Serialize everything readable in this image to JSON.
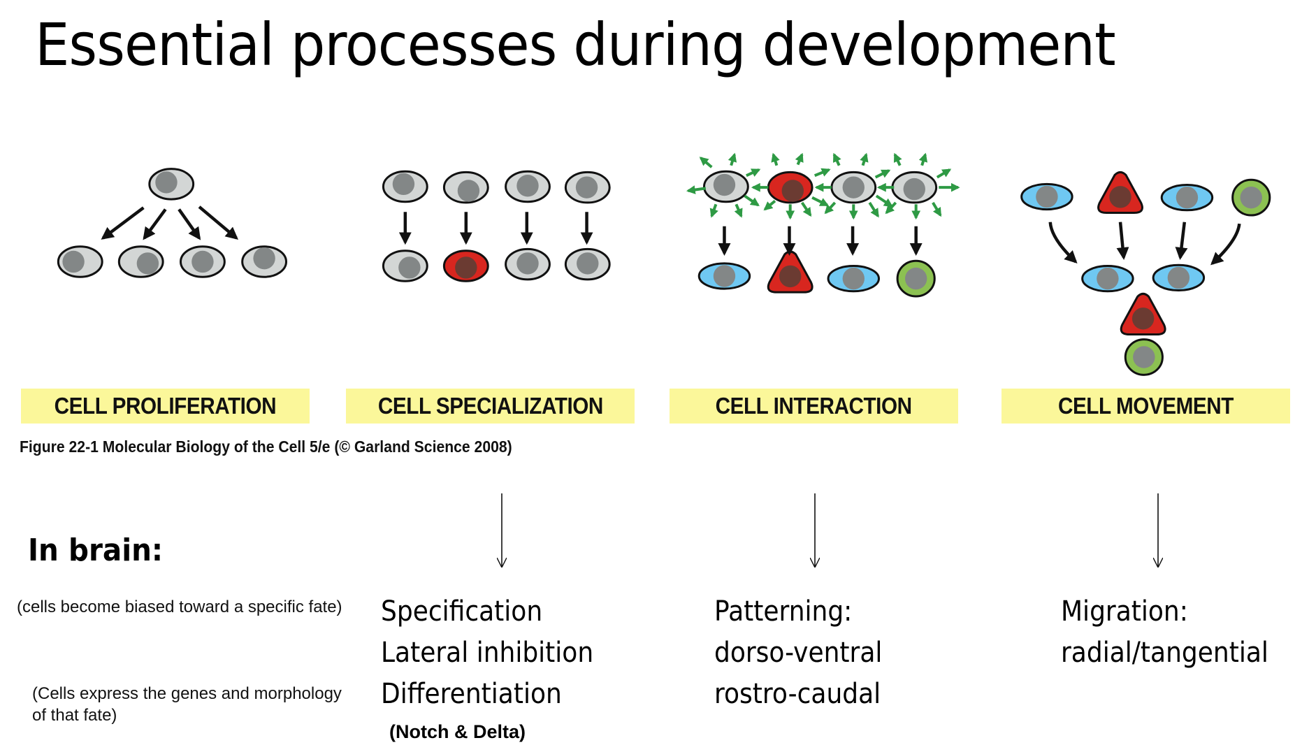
{
  "title": "Essential processes during development",
  "figure": {
    "panels": [
      {
        "id": "proliferation",
        "label": "CELL PROLIFERATION"
      },
      {
        "id": "specialization",
        "label": "CELL SPECIALIZATION"
      },
      {
        "id": "interaction",
        "label": "CELL INTERACTION"
      },
      {
        "id": "movement",
        "label": "CELL MOVEMENT"
      }
    ],
    "caption": "Figure 22-1  Molecular Biology of the Cell 5/e (© Garland Science 2008)",
    "colors": {
      "label_bg": "#fbf79a",
      "cell_gray": "#d3d6d5",
      "nucleus_gray": "#838787",
      "cell_red": "#d8261f",
      "nucleus_red": "#6b3b32",
      "cell_blue": "#6fc8f2",
      "cell_green": "#8cc152",
      "signal_green": "#2e9a44",
      "outline": "#111111"
    }
  },
  "brain": {
    "heading": "In brain:",
    "specification_note": "(cells become biased toward a specific fate)",
    "differentiation_note_line1": "(Cells express the genes and morphology",
    "differentiation_note_line2": "of that fate)",
    "specialization_items": [
      "Specification",
      "Lateral inhibition",
      "Differentiation"
    ],
    "specialization_mechanism": "(Notch & Delta)",
    "interaction_items": [
      "Patterning:",
      "dorso-ventral",
      "rostro-caudal"
    ],
    "movement_items": [
      "Migration:",
      "radial/tangential"
    ]
  }
}
